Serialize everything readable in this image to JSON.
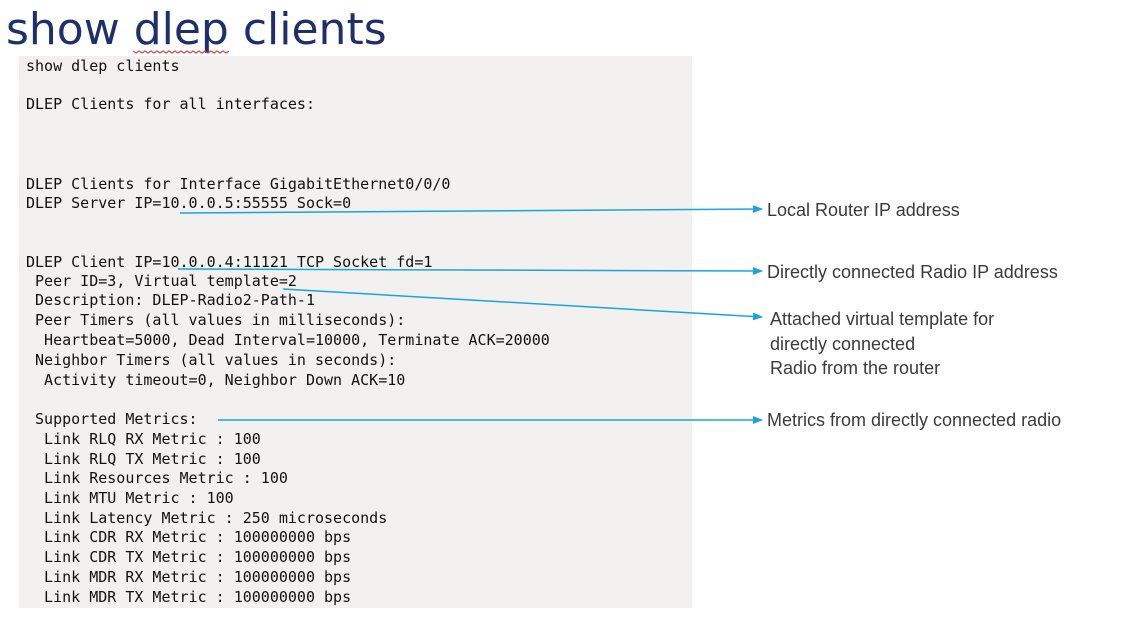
{
  "title": "show dlep clients",
  "terminal": {
    "lines": [
      "show dlep clients",
      "DLEP Clients for all interfaces:",
      "DLEP Clients for Interface GigabitEthernet0/0/0",
      "DLEP Server IP=10.0.0.5:55555 Sock=0",
      "DLEP Client IP=10.0.0.4:11121 TCP Socket fd=1",
      " Peer ID=3, Virtual template=2",
      " Description: DLEP-Radio2-Path-1",
      " Peer Timers (all values in milliseconds):",
      "  Heartbeat=5000, Dead Interval=10000, Terminate ACK=20000",
      " Neighbor Timers (all values in seconds):",
      "  Activity timeout=0, Neighbor Down ACK=10",
      " Supported Metrics:",
      "  Link RLQ RX Metric : 100",
      "  Link RLQ TX Metric : 100",
      "  Link Resources Metric : 100",
      "  Link MTU Metric : 100",
      "  Link Latency Metric : 250 microseconds",
      "  Link CDR RX Metric : 100000000 bps",
      "  Link CDR TX Metric : 100000000 bps",
      "  Link MDR RX Metric : 100000000 bps",
      "  Link MDR TX Metric : 100000000 bps"
    ]
  },
  "annotations": {
    "local_router": "Local Router IP address",
    "radio_ip": "Directly connected Radio IP address",
    "vt_line1": "Attached virtual template for",
    "vt_line2": "directly connected",
    "vt_line3": "Radio from the router",
    "metrics": "Metrics from directly connected radio"
  },
  "colors": {
    "title": "#1e2f6e",
    "arrow": "#1aa3e0",
    "terminal_bg": "#f3f1ef"
  }
}
